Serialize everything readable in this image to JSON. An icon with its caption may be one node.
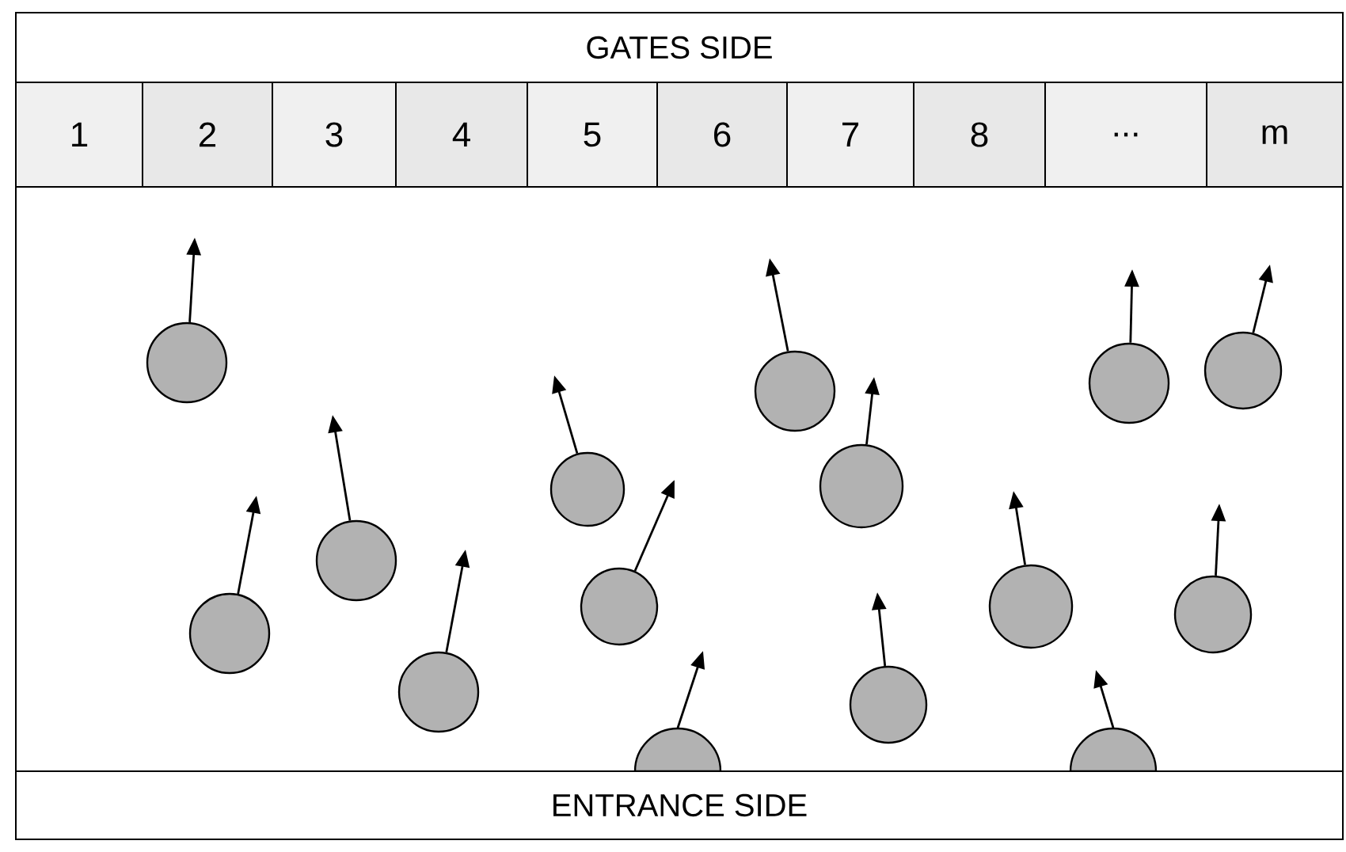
{
  "diagram": {
    "nodes": [
      {
        "text": [
          "GATES SIDE"
        ]
      },
      {
        "text": [
          "1"
        ]
      },
      {
        "text": [
          "2"
        ]
      },
      {
        "text": [
          "3"
        ]
      },
      {
        "text": [
          "4"
        ]
      },
      {
        "text": [
          "5"
        ]
      },
      {
        "text": [
          "6"
        ]
      },
      {
        "text": [
          "7"
        ]
      },
      {
        "text": [
          "8"
        ]
      },
      {
        "text": [
          "..."
        ]
      },
      {
        "text": [
          "m"
        ]
      },
      {
        "text": [],
        "shape": "circle"
      },
      {
        "text": [],
        "shape": "circle"
      },
      {
        "text": [],
        "shape": "circle"
      },
      {
        "text": [],
        "shape": "circle"
      },
      {
        "text": [],
        "shape": "circle"
      },
      {
        "text": [],
        "shape": "circle"
      },
      {
        "text": [],
        "shape": "circle"
      },
      {
        "text": [],
        "shape": "circle"
      },
      {
        "text": [],
        "shape": "circle"
      },
      {
        "text": [],
        "shape": "circle"
      },
      {
        "text": [],
        "shape": "circle"
      },
      {
        "text": [],
        "shape": "circle"
      },
      {
        "text": [],
        "shape": "circle"
      },
      {
        "text": [],
        "shape": "circle"
      },
      {
        "text": [],
        "shape": "circle"
      },
      {
        "text": [
          "ENTRANCE SIDE"
        ]
      }
    ],
    "edges": [
      {
        "from": 11,
        "to": null,
        "arrow": "to"
      },
      {
        "from": 12,
        "to": null,
        "arrow": "to"
      },
      {
        "from": 13,
        "to": null,
        "arrow": "to"
      },
      {
        "from": 14,
        "to": null,
        "arrow": "to"
      },
      {
        "from": 15,
        "to": null,
        "arrow": "to"
      },
      {
        "from": 16,
        "to": null,
        "arrow": "to"
      },
      {
        "from": 17,
        "to": null,
        "arrow": "to"
      },
      {
        "from": 18,
        "to": null,
        "arrow": "to"
      },
      {
        "from": 19,
        "to": null,
        "arrow": "to"
      },
      {
        "from": 20,
        "to": null,
        "arrow": "to"
      },
      {
        "from": 21,
        "to": null,
        "arrow": "to"
      },
      {
        "from": 22,
        "to": null,
        "arrow": "to"
      },
      {
        "from": 23,
        "to": null,
        "arrow": "to"
      },
      {
        "from": 24,
        "to": null,
        "arrow": "to"
      },
      {
        "from": 25,
        "to": null,
        "arrow": "to"
      }
    ]
  }
}
